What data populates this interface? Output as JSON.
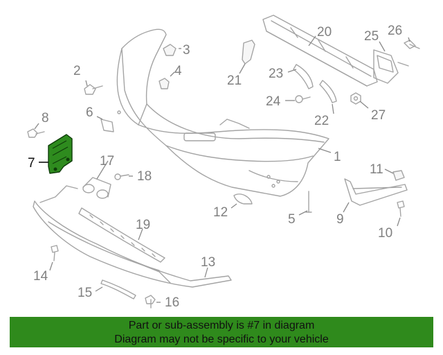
{
  "callouts": {
    "c1": "1",
    "c2": "2",
    "c3": "3",
    "c4": "4",
    "c5": "5",
    "c6": "6",
    "c7": "7",
    "c8": "8",
    "c9": "9",
    "c10": "10",
    "c11": "11",
    "c12": "12",
    "c13": "13",
    "c14": "14",
    "c15": "15",
    "c16": "16",
    "c17": "17",
    "c18": "18",
    "c19": "19",
    "c20": "20",
    "c21": "21",
    "c22": "22",
    "c23": "23",
    "c24": "24",
    "c25": "25",
    "c26": "26",
    "c27": "27"
  },
  "highlight": {
    "part": "7",
    "color": "#2e8b1e"
  },
  "colors": {
    "banner_bg": "#2f8a1c",
    "line": "#a4a4a4",
    "label": "#808080"
  },
  "banner": {
    "line1": "Part or sub-assembly is #7 in diagram",
    "line2": "Diagram may not be specific to your vehicle"
  }
}
